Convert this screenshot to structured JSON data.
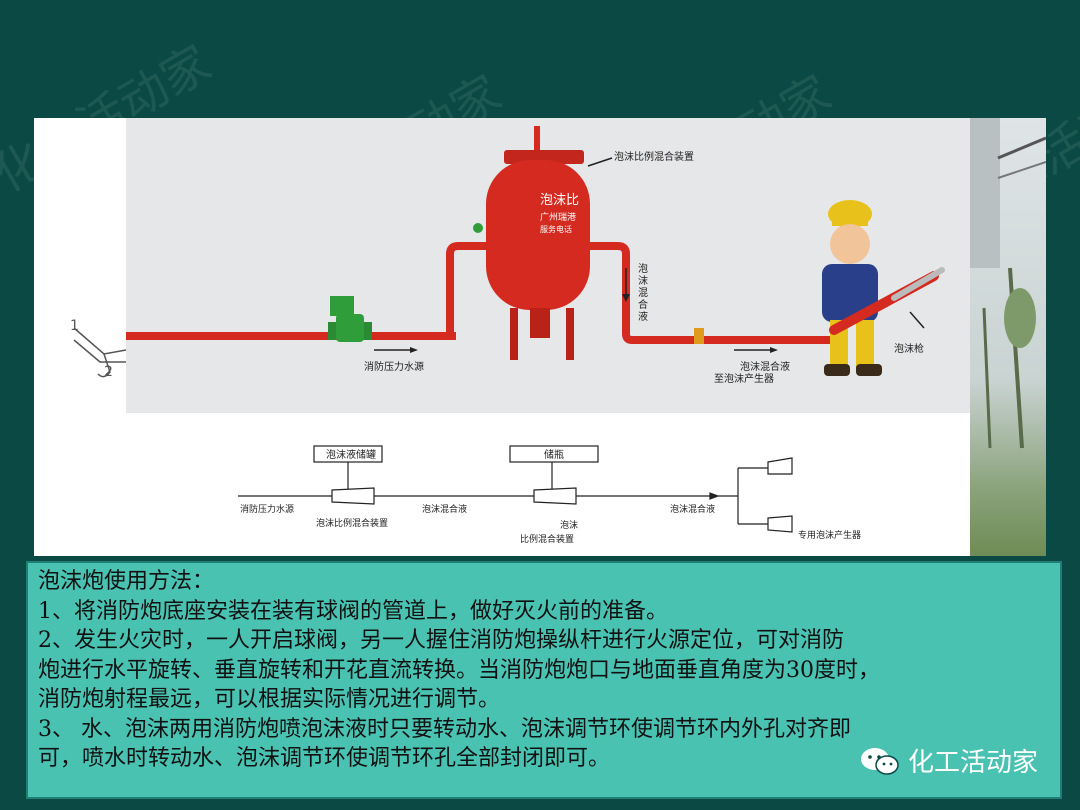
{
  "watermark": "化工活动家",
  "diagram": {
    "tank_label": "泡沫比例混合装置",
    "tank_text_line1": "泡沫比",
    "tank_text_line2": "广州瑞港",
    "tank_text_line3": "服务电话",
    "down_label_chars": [
      "泡",
      "沫",
      "混",
      "合",
      "液"
    ],
    "water_source_label": "消防压力水源",
    "mix_label_line1": "泡沫混合液",
    "mix_label_line2": "至泡沫产生器",
    "gun_label": "泡沫枪",
    "marker_1": "1",
    "marker_2": "2"
  },
  "flow": {
    "box1": "泡沫液储罐",
    "box2": "储瓶",
    "source": "消防压力水源",
    "device1": "泡沫比例混合装置",
    "mix1": "泡沫混合液",
    "device2_line1": "泡沫",
    "device2_line2": "比例混合装置",
    "mix2": "泡沫混合液",
    "generator": "专用泡沫产生器"
  },
  "instructions": {
    "title": "泡沫炮使用方法：",
    "lines": [
      "1、将消防炮底座安装在装有球阀的管道上，做好灭火前的准备。",
      "2、发生火灾时，一人开启球阀，另一人握住消防炮操纵杆进行火源定位，可对消防",
      "炮进行水平旋转、垂直旋转和开花直流转换。当消防炮炮口与地面垂直角度为30度时，",
      "消防炮射程最远，可以根据实际情况进行调节。",
      "3、  水、泡沫两用消防炮喷泡沫液时只要转动水、泡沫调节环使调节环内外孔对齐即",
      "可，喷水时转动水、泡沫调节环使调节环孔全部封闭即可。"
    ]
  },
  "badge": {
    "icon": "wechat-icon",
    "label": "化工活动家"
  },
  "colors": {
    "background": "#0b4a44",
    "text_box": "#49c2b2",
    "pipe": "#d42a1f",
    "valve": "#2f9e3a"
  }
}
